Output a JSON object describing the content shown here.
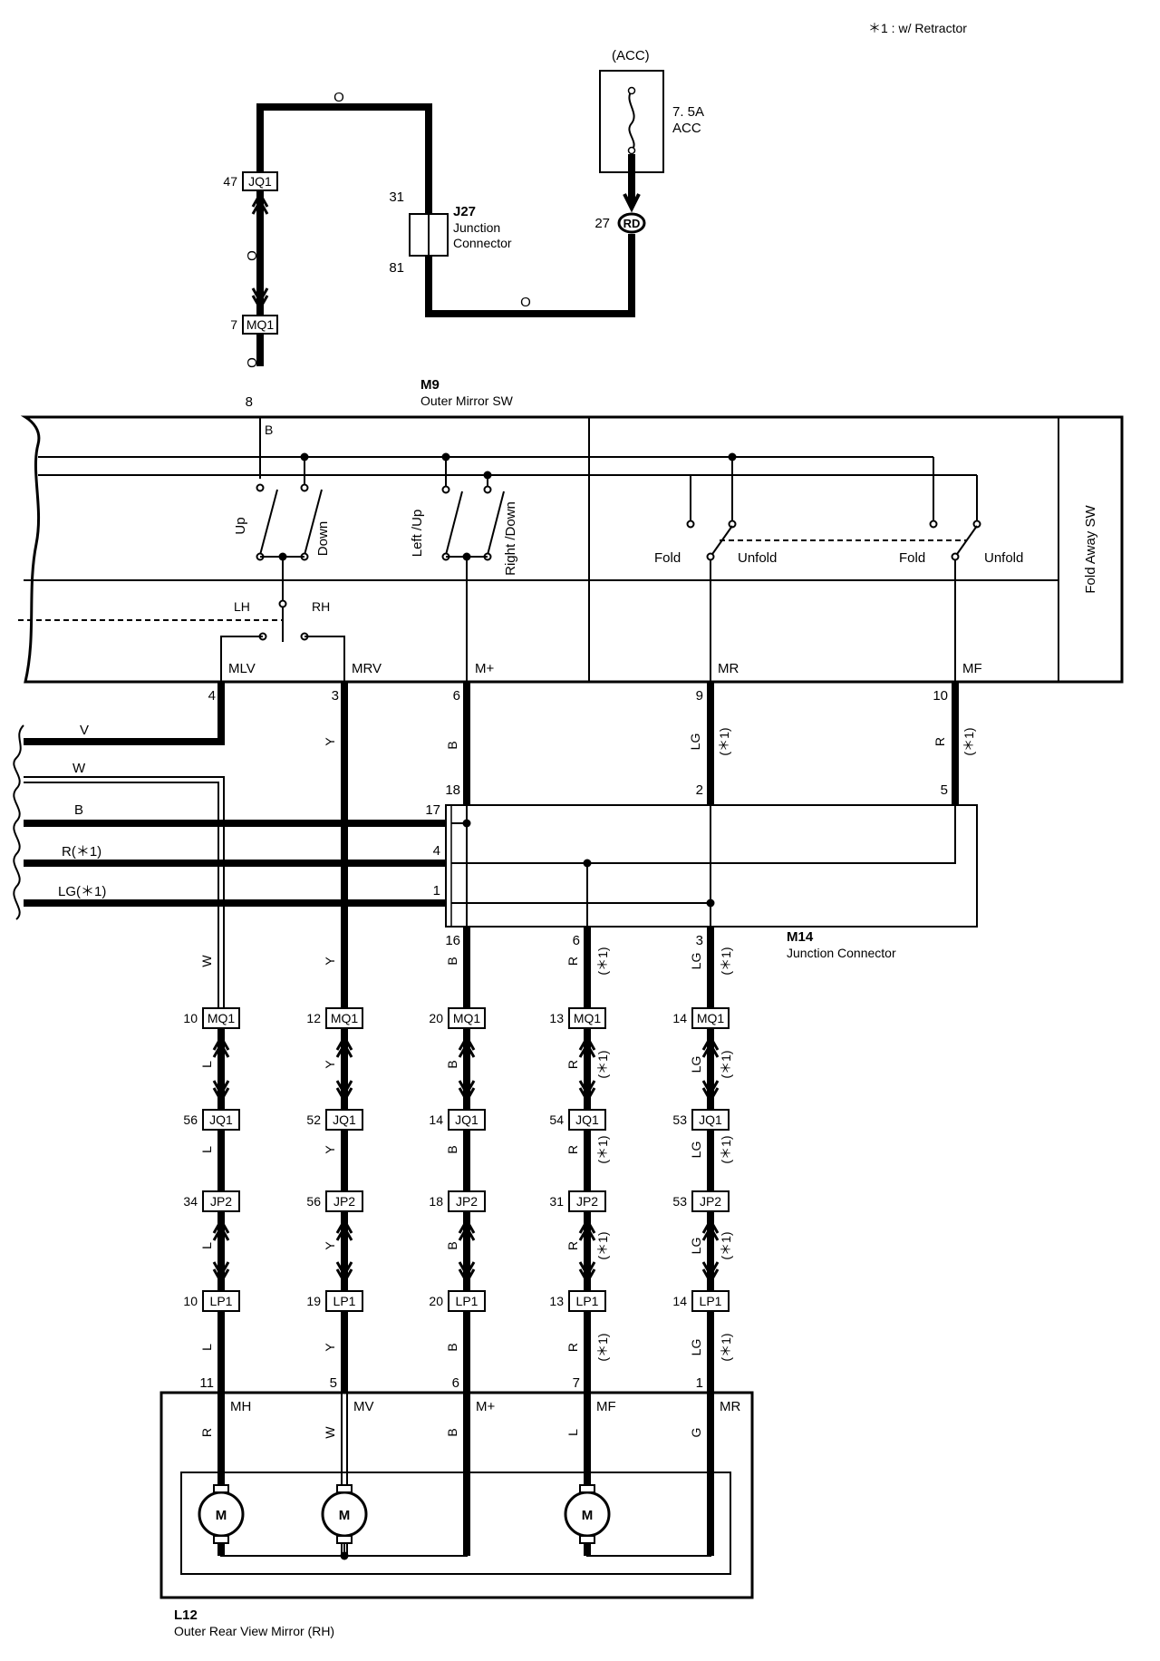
{
  "note": "＊1 : w/ Retractor",
  "fuse": {
    "circuit": "(ACC)",
    "rating": "7. 5A",
    "name": "ACC",
    "pin": "27",
    "connector": "RD"
  },
  "j27": {
    "id": "J27",
    "name1": "Junction",
    "name2": "Connector",
    "pin_in": "31",
    "pin_out": "81"
  },
  "wire_o": "O",
  "top_conn": [
    {
      "pin": "47",
      "code": "JQ1"
    },
    {
      "pin": "7",
      "code": "MQ1"
    }
  ],
  "m9": {
    "id": "M9",
    "name": "Outer Mirror SW",
    "pin_b": "8",
    "wire_b": "B",
    "switch_labels": [
      "Up",
      "Down",
      "Left /Up",
      "Right /Down"
    ],
    "fold_labels": [
      "Fold",
      "Unfold",
      "Fold",
      "Unfold"
    ],
    "lh": "LH",
    "rh": "RH",
    "fold_away": "Fold Away SW",
    "terminals": [
      "MLV",
      "MRV",
      "M+",
      "MR",
      "MF"
    ],
    "pins": [
      "4",
      "3",
      "6",
      "9",
      "10"
    ]
  },
  "left_wires": [
    {
      "label": "V"
    },
    {
      "label": "W"
    },
    {
      "label": "B"
    },
    {
      "label": "R(＊1)"
    },
    {
      "label": "LG(＊1)"
    }
  ],
  "m14": {
    "id": "M14",
    "name1": "Junction Connector",
    "pins_in": [
      "17",
      "4",
      "1",
      "18",
      "2",
      "5"
    ],
    "pins_out": [
      "16",
      "6",
      "3"
    ]
  },
  "wire_colors_upper": [
    "Y",
    "B",
    "LG",
    "R"
  ],
  "retractor_mark": "(＊1)",
  "columns": [
    {
      "wire_top": "W",
      "mq1_pin": "10",
      "wire_mid": "L",
      "jq1_pin": "56",
      "jp2_pin": "34",
      "lp1_pin": "10",
      "l12_pin": "11",
      "term": "MH",
      "l12_wire": "R"
    },
    {
      "wire_top": "Y",
      "mq1_pin": "12",
      "wire_mid": "Y",
      "jq1_pin": "52",
      "jp2_pin": "56",
      "lp1_pin": "19",
      "l12_pin": "5",
      "term": "MV",
      "l12_wire": "W"
    },
    {
      "wire_top": "B",
      "mq1_pin": "20",
      "wire_mid": "B",
      "jq1_pin": "14",
      "jp2_pin": "18",
      "lp1_pin": "20",
      "l12_pin": "6",
      "term": "M+",
      "l12_wire": "B"
    },
    {
      "wire_top": "R",
      "mq1_pin": "13",
      "wire_mid": "R",
      "jq1_pin": "54",
      "jp2_pin": "31",
      "lp1_pin": "13",
      "l12_pin": "7",
      "term": "MF",
      "l12_wire": "L"
    },
    {
      "wire_top": "LG",
      "mq1_pin": "14",
      "wire_mid": "LG",
      "jq1_pin": "53",
      "jp2_pin": "53",
      "lp1_pin": "14",
      "l12_pin": "1",
      "term": "MR",
      "l12_wire": "G"
    }
  ],
  "conn_codes": {
    "mq1": "MQ1",
    "jq1": "JQ1",
    "jp2": "JP2",
    "lp1": "LP1"
  },
  "motor_label": "M",
  "l12": {
    "id": "L12",
    "name": "Outer Rear View Mirror (RH)"
  }
}
